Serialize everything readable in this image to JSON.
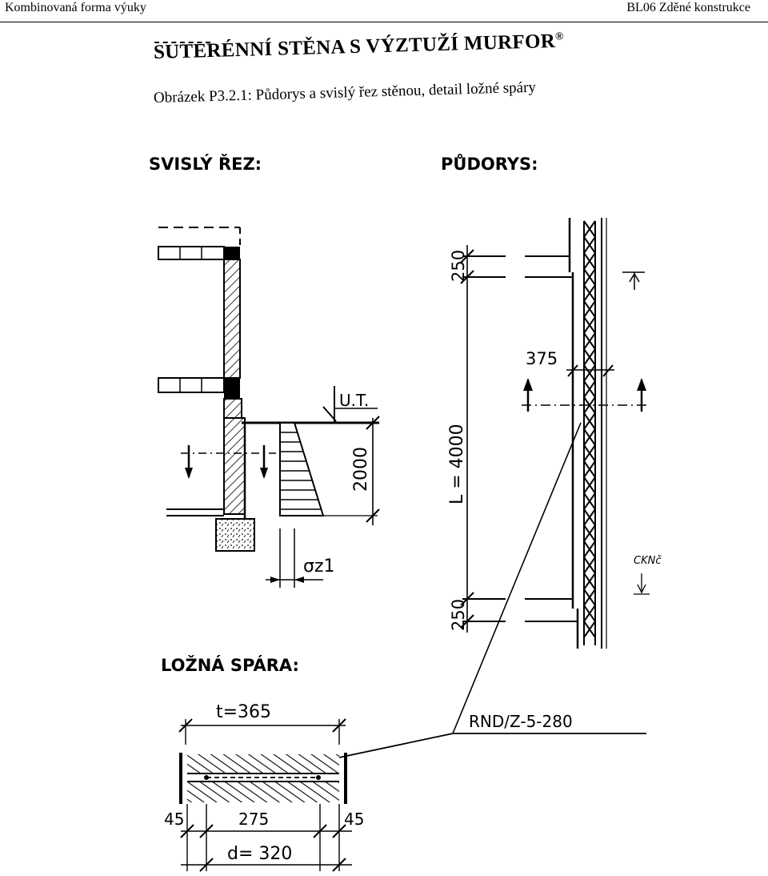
{
  "header": {
    "left": "Kombinovaná forma výuky",
    "right": "BL06 Zděné konstrukce"
  },
  "title": {
    "text": "SUTERÉNNÍ STĚNA S VÝZTUŽÍ MURFOR",
    "mark": "®"
  },
  "caption": "Obrázek P3.2.1: Půdorys a svislý řez stěnou, detail ložné spáry",
  "drawing": {
    "section_heading": "SVISLÝ ŘEZ:",
    "plan_heading": "PŮDORYS:",
    "joint_heading": "LOŽNÁ SPÁRA:",
    "ut_label": "U.T.",
    "dim_2000": "2000",
    "sigma_label": "σz1",
    "dim_250_top": "250",
    "dim_L": "L = 4000",
    "dim_250_bottom": "250",
    "dim_375": "375",
    "ckn_note": "CKNč",
    "reinforcement_label": "RND/Z-5-280",
    "dim_t": "t=365",
    "dim_45_left": "45",
    "dim_275": "275",
    "dim_45_right": "45",
    "dim_d": "d= 320"
  }
}
